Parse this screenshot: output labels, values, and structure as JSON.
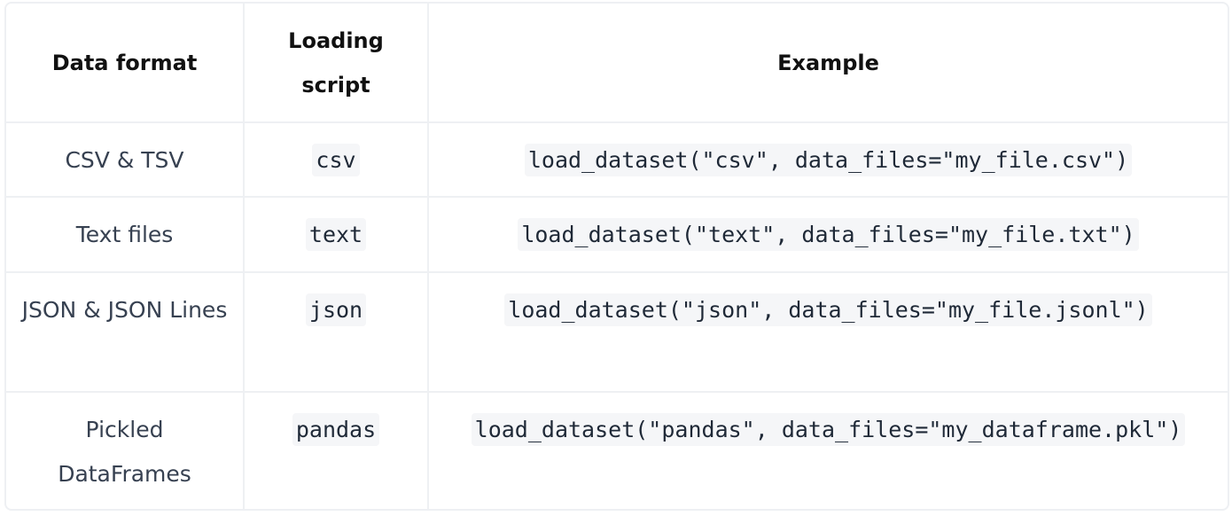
{
  "table": {
    "headers": [
      "Data format",
      "Loading script",
      "Example"
    ],
    "rows": [
      {
        "format": "CSV & TSV",
        "script": "csv",
        "example": "load_dataset(\"csv\", data_files=\"my_file.csv\")"
      },
      {
        "format": "Text files",
        "script": "text",
        "example": "load_dataset(\"text\", data_files=\"my_file.txt\")"
      },
      {
        "format": "JSON & JSON Lines",
        "script": "json",
        "example": "load_dataset(\"json\", data_files=\"my_file.jsonl\")"
      },
      {
        "format": "Pickled DataFrames",
        "script": "pandas",
        "example": "load_dataset(\"pandas\", data_files=\"my_dataframe.pkl\")"
      }
    ]
  },
  "colors": {
    "border": "#eef0f3",
    "code_background": "#f5f6f8",
    "header_text": "#111111",
    "body_text": "#374151"
  }
}
